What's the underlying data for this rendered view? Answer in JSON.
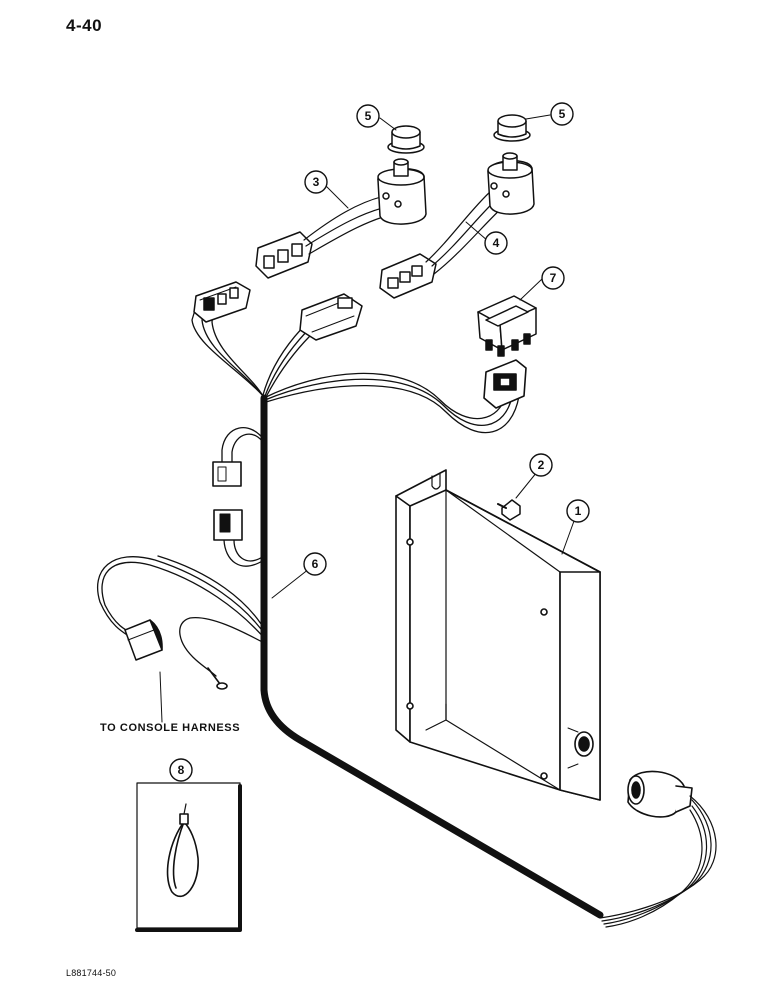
{
  "page": {
    "number": "4-40",
    "reference": "L881744-50"
  },
  "labels": {
    "to_console_harness": "TO CONSOLE HARNESS"
  },
  "callouts": [
    {
      "id": "callout-1",
      "text": "1"
    },
    {
      "id": "callout-2",
      "text": "2"
    },
    {
      "id": "callout-3",
      "text": "3"
    },
    {
      "id": "callout-4",
      "text": "4"
    },
    {
      "id": "callout-5-left",
      "text": "5"
    },
    {
      "id": "callout-5-right",
      "text": "5"
    },
    {
      "id": "callout-6",
      "text": "6"
    },
    {
      "id": "callout-7",
      "text": "7"
    },
    {
      "id": "callout-8",
      "text": "8"
    }
  ]
}
